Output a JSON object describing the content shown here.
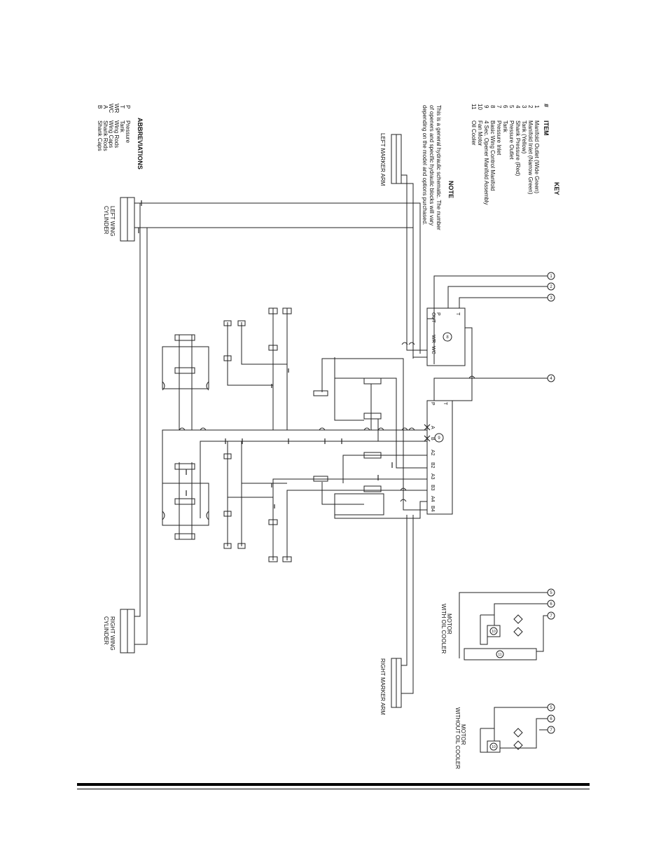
{
  "key": {
    "title": "KEY",
    "hash_header": "#",
    "item_header": "ITEM",
    "items": [
      {
        "num": "1",
        "label": "Manifold Outlet (Wide Green)"
      },
      {
        "num": "2",
        "label": "Manifold Inlet (Narrow Green)"
      },
      {
        "num": "3",
        "label": "Tank (Yellow)"
      },
      {
        "num": "4",
        "label": "Shank Pressure (Red)"
      },
      {
        "num": "5",
        "label": "Pressure Outlet"
      },
      {
        "num": "6",
        "label": "Tank"
      },
      {
        "num": "7",
        "label": "Pressure Inlet"
      },
      {
        "num": "8",
        "label": "Basic Wing Control Manifold"
      },
      {
        "num": "9",
        "label": "4 Sec. Opener Manifold Assembly"
      },
      {
        "num": "10",
        "label": "Fan Motor"
      },
      {
        "num": "11",
        "label": "Oil Cooler"
      }
    ]
  },
  "note": {
    "title": "NOTE",
    "text": "This is a general hydraulic schematic. The number\nof openers and specific hydraulic blocks will vary\ndepending on the model and options purchased."
  },
  "abbreviations": {
    "title": "ABBREVIATIONS",
    "items": [
      {
        "code": "P",
        "meaning": "Pressure"
      },
      {
        "code": "T",
        "meaning": "Tank"
      },
      {
        "code": "WR",
        "meaning": "Wing Rods"
      },
      {
        "code": "WC",
        "meaning": "Wing Caps"
      },
      {
        "code": "A",
        "meaning": "Shank Rods"
      },
      {
        "code": "B",
        "meaning": "Shank Caps"
      }
    ]
  },
  "labels": {
    "left_marker_arm": "LEFT MARKER ARM",
    "right_marker_arm": "RIGHT MARKER ARM",
    "left_wing": "LEFT WING",
    "right_wing": "RIGHT WING",
    "cylinder": "CYLINDER",
    "motor_with": "MOTOR",
    "with_oil_cooler": "WITH OIL COOLER",
    "motor_without": "MOTOR",
    "without_oil_cooler": "WITHOUT OIL COOLER"
  },
  "manifold8": {
    "num": "8",
    "port_t": "T",
    "port_p": "P",
    "port_out": "OUT",
    "port_wr": "WR",
    "port_wc": "WC"
  },
  "manifold9": {
    "num": "9",
    "port_t": "T",
    "port_p": "P",
    "ports": [
      "A",
      "B",
      "A2",
      "B2",
      "A3",
      "B3",
      "A4",
      "B4"
    ]
  },
  "callouts": {
    "c1": "1",
    "c2": "2",
    "c3": "3",
    "c4": "4",
    "c5": "5",
    "c6": "6",
    "c7": "7",
    "c5b": "5",
    "c6b": "6",
    "c7b": "7",
    "c10": "10",
    "c10b": "10",
    "c11": "11"
  }
}
